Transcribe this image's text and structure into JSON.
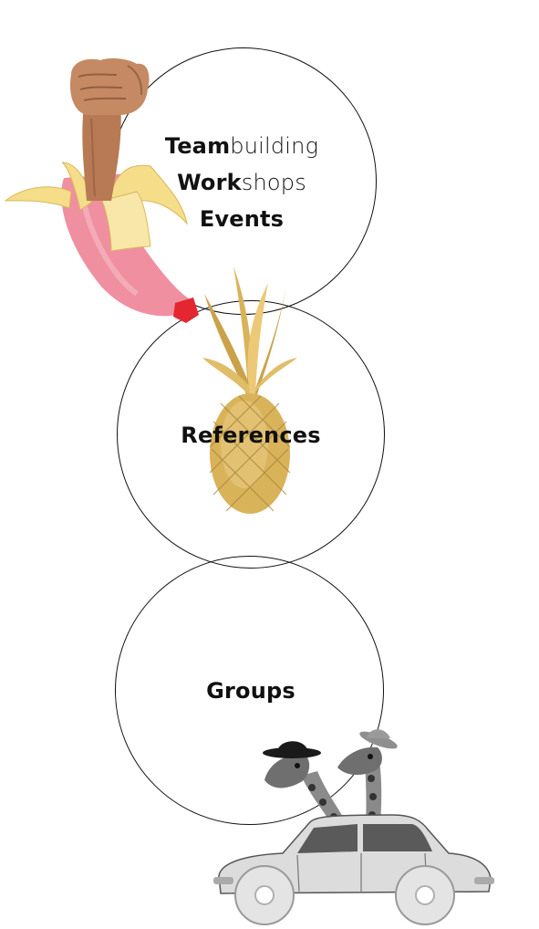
{
  "menu": {
    "services": [
      {
        "bold": "Team",
        "light": "building"
      },
      {
        "bold": "Work",
        "light": "shops"
      },
      {
        "bold": "Events",
        "light": ""
      }
    ],
    "references": {
      "label": "References"
    },
    "groups": {
      "label": "Groups"
    }
  },
  "illustrations": {
    "fist_banana": "fist-in-banana-peel-collage",
    "pineapple": "golden-pineapple",
    "giraffe_car": "giraffes-in-hats-riding-car-collage"
  },
  "colors": {
    "line": "#111111",
    "banana_peel": "#f5dd8a",
    "balloon_pink": "#ef8fa0",
    "balloon_knot": "#e3262f",
    "pineapple_gold": "#d9b35a",
    "background": "#ffffff"
  }
}
